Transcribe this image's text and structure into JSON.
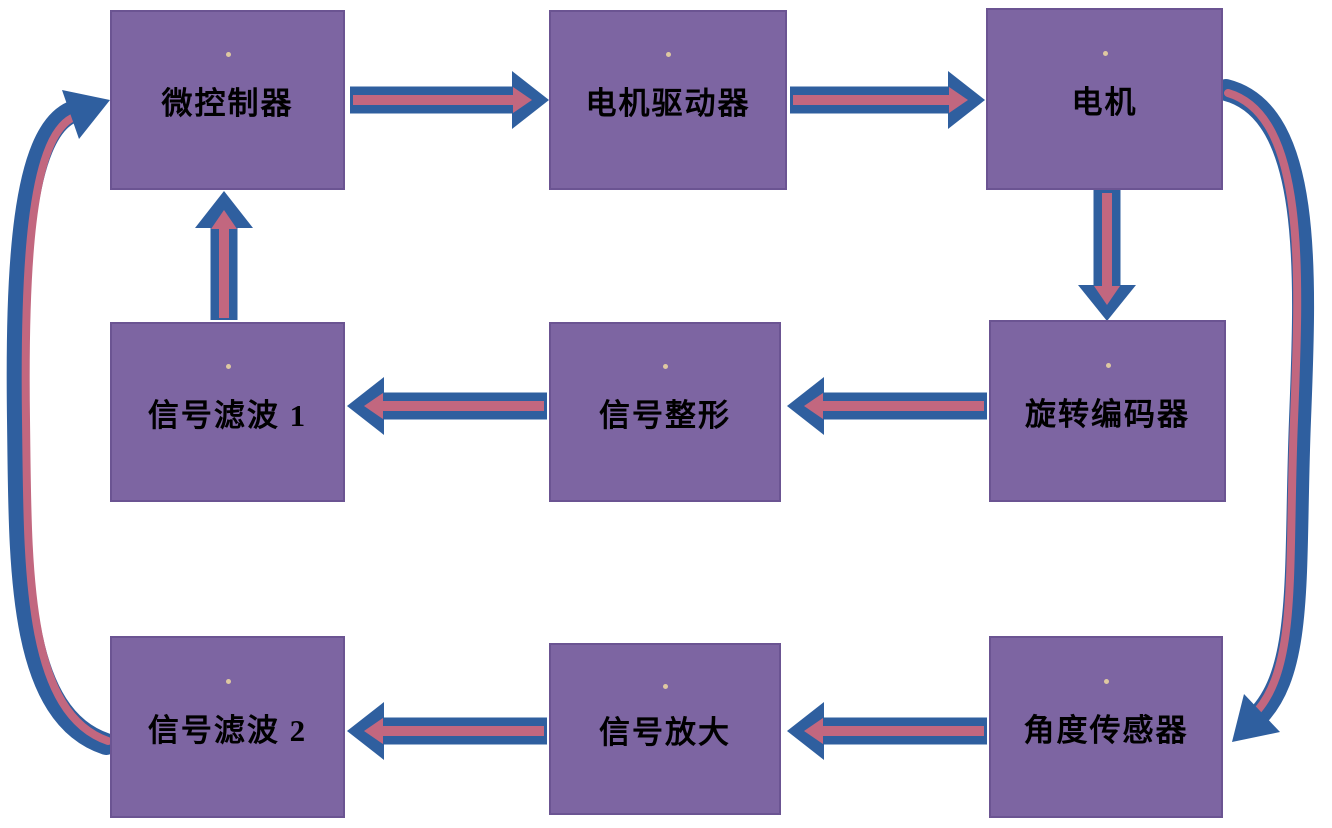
{
  "colors": {
    "background": "#ffffff",
    "box_fill": "#7d65a2",
    "box_border": "#6b5492",
    "box_text": "#000000",
    "arrow_blue": "#2f5f9f",
    "arrow_pink": "#c2677f"
  },
  "nodes": [
    {
      "id": "microcontroller",
      "label": "微控制器"
    },
    {
      "id": "motor-driver",
      "label": "电机驱动器"
    },
    {
      "id": "motor",
      "label": "电机"
    },
    {
      "id": "signal-filter-1",
      "label": "信号滤波 1"
    },
    {
      "id": "signal-shaping",
      "label": "信号整形"
    },
    {
      "id": "rotary-encoder",
      "label": "旋转编码器"
    },
    {
      "id": "signal-filter-2",
      "label": "信号滤波 2"
    },
    {
      "id": "signal-amplify",
      "label": "信号放大"
    },
    {
      "id": "angle-sensor",
      "label": "角度传感器"
    }
  ],
  "edges": [
    {
      "from": "microcontroller",
      "to": "motor-driver"
    },
    {
      "from": "motor-driver",
      "to": "motor"
    },
    {
      "from": "motor",
      "to": "rotary-encoder"
    },
    {
      "from": "rotary-encoder",
      "to": "signal-shaping"
    },
    {
      "from": "signal-shaping",
      "to": "signal-filter-1"
    },
    {
      "from": "signal-filter-1",
      "to": "microcontroller"
    },
    {
      "from": "motor",
      "to": "angle-sensor"
    },
    {
      "from": "angle-sensor",
      "to": "signal-amplify"
    },
    {
      "from": "signal-amplify",
      "to": "signal-filter-2"
    },
    {
      "from": "signal-filter-2",
      "to": "microcontroller"
    }
  ]
}
